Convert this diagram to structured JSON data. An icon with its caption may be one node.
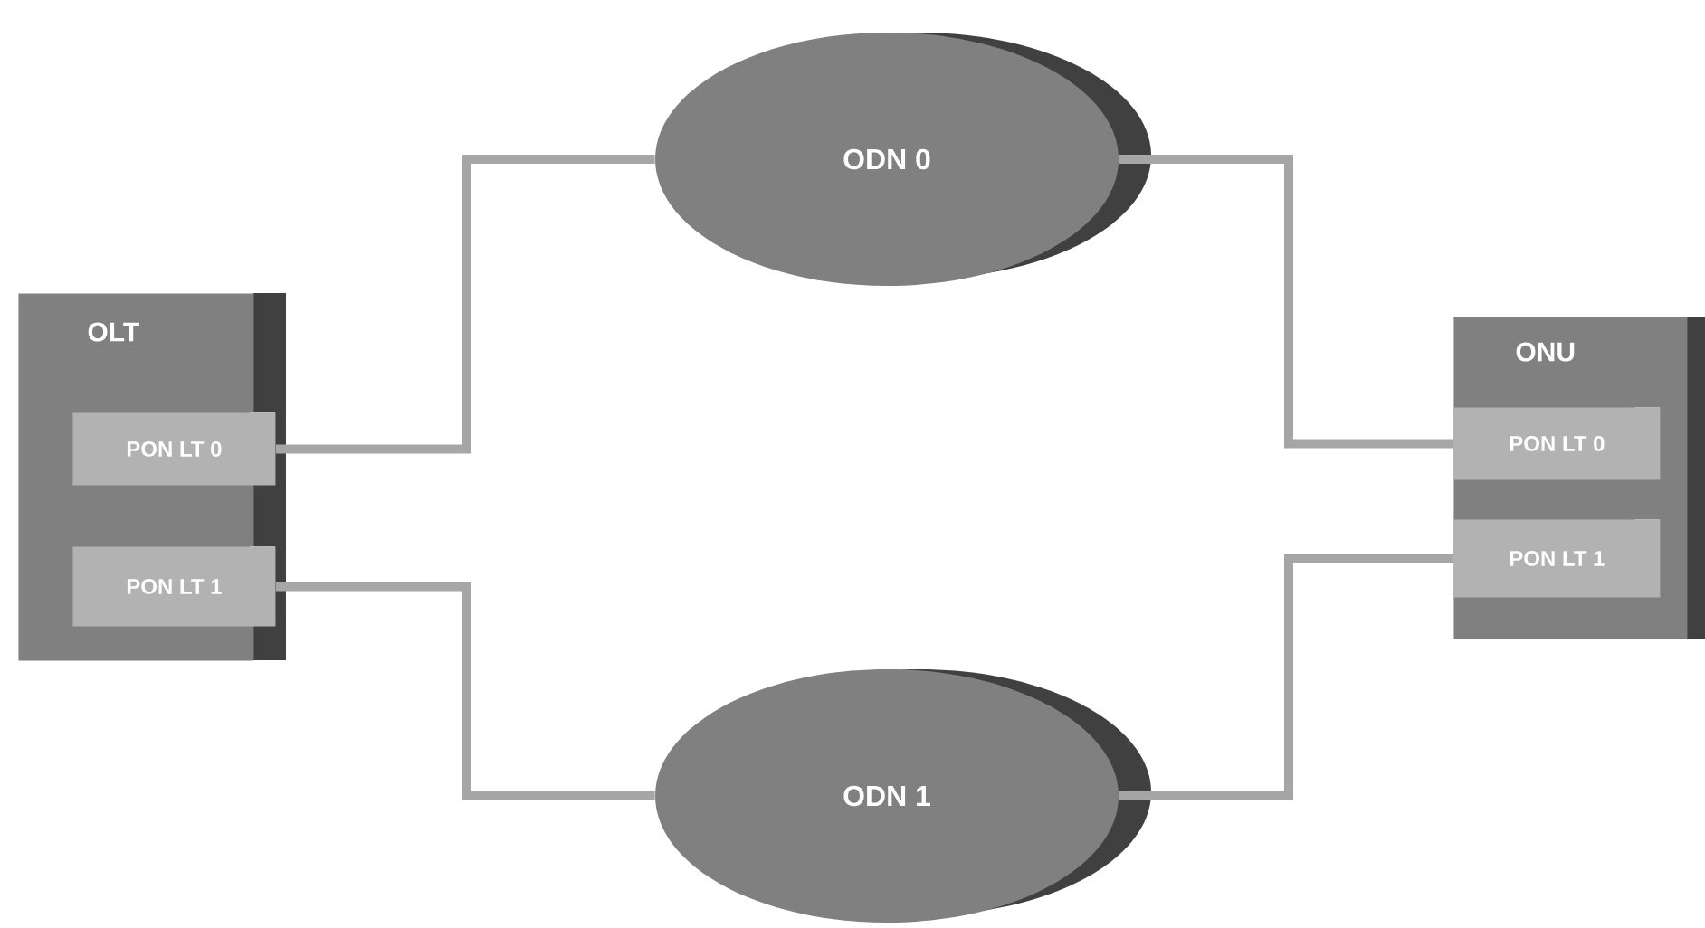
{
  "diagram": {
    "nodes": [
      {
        "text": [
          "OLT"
        ]
      },
      {
        "text": [
          "PON LT 0"
        ],
        "in": 0
      },
      {
        "text": [
          "PON LT 1"
        ],
        "in": 0
      },
      {
        "text": [
          "ODN 0"
        ]
      },
      {
        "text": [
          "ODN 1"
        ]
      },
      {
        "text": [
          "ONU"
        ]
      },
      {
        "text": [
          "PON LT 0"
        ],
        "in": 5
      },
      {
        "text": [
          "PON LT 1"
        ],
        "in": 5
      }
    ],
    "edges": [
      {
        "from": 1,
        "to": 3,
        "arrow": "none"
      },
      {
        "from": 3,
        "to": 6,
        "arrow": "none"
      },
      {
        "from": 2,
        "to": 4,
        "arrow": "none"
      },
      {
        "from": 4,
        "to": 7,
        "arrow": "none"
      }
    ]
  }
}
